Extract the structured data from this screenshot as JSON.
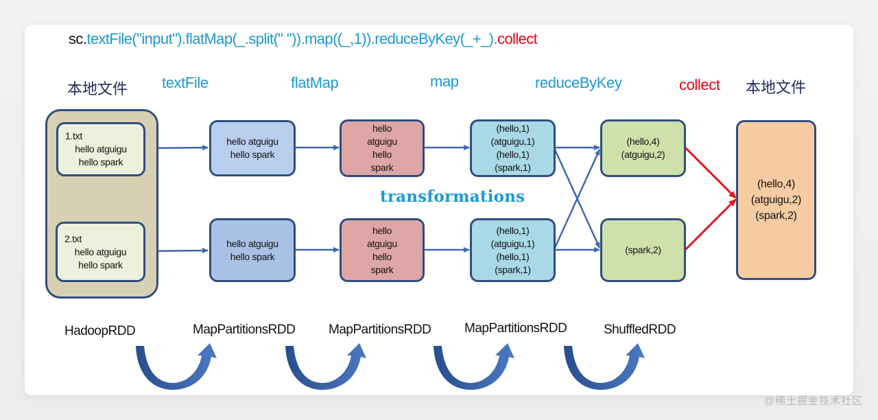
{
  "code_line": {
    "prefix": "sc.",
    "chain": "textFile(\"input\").flatMap(_.split(\" \")).map((_,1)).reduceByKey(_+_).",
    "action": "collect"
  },
  "stages": {
    "source": "本地文件",
    "textFile": "textFile",
    "flatMap": "flatMap",
    "map": "map",
    "reduceByKey": "reduceByKey",
    "collect": "collect",
    "sink": "本地文件"
  },
  "source_files": [
    {
      "name": "1.txt",
      "lines": [
        "hello atguigu",
        "hello spark"
      ]
    },
    {
      "name": "2.txt",
      "lines": [
        "hello atguigu",
        "hello spark"
      ]
    }
  ],
  "textfile_partitions": [
    {
      "lines": [
        "hello atguigu",
        "hello spark"
      ]
    },
    {
      "lines": [
        "hello atguigu",
        "hello spark"
      ]
    }
  ],
  "flatmap_partitions": [
    {
      "lines": [
        "hello",
        "atguigu",
        "hello",
        "spark"
      ]
    },
    {
      "lines": [
        "hello",
        "atguigu",
        "hello",
        "spark"
      ]
    }
  ],
  "map_partitions": [
    {
      "lines": [
        "(hello,1)",
        "(atguigu,1)",
        "(hello,1)",
        "(spark,1)"
      ]
    },
    {
      "lines": [
        "(hello,1)",
        "(atguigu,1)",
        "(hello,1)",
        "(spark,1)"
      ]
    }
  ],
  "reduce_partitions": [
    {
      "lines": [
        "(hello,4)",
        "(atguigu,2)"
      ]
    },
    {
      "lines": [
        "(spark,2)"
      ]
    }
  ],
  "result": {
    "lines": [
      "(hello,4)",
      "(atguigu,2)",
      "(spark,2)"
    ]
  },
  "transformations_label": "transformations",
  "rdd_types": [
    "HadoopRDD",
    "MapPartitionsRDD",
    "MapPartitionsRDD",
    "MapPartitionsRDD",
    "ShuffledRDD"
  ],
  "colors": {
    "code_blue": "#1a9ad6",
    "action_red": "#e60012",
    "box_border": "#2f4d7e",
    "arrow_blue": "#3d68b0",
    "arrow_red": "#e8141c"
  },
  "watermark": "@稀土掘金技术社区"
}
